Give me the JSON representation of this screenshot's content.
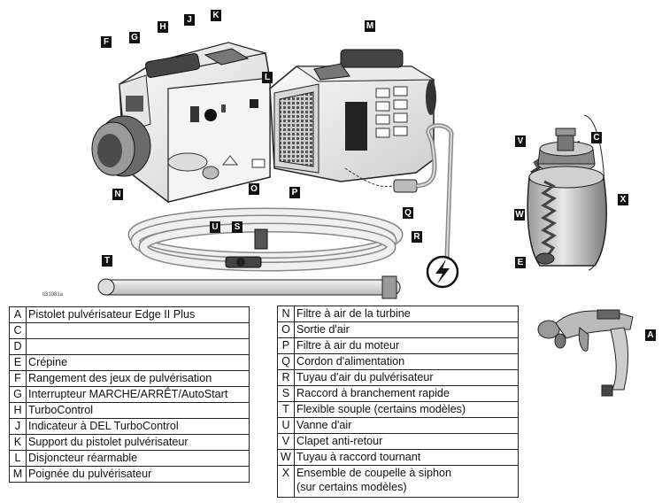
{
  "callouts": {
    "F": "F",
    "G": "G",
    "H": "H",
    "J": "J",
    "K": "K",
    "L": "L",
    "M": "M",
    "N": "N",
    "O": "O",
    "P": "P",
    "Q": "Q",
    "R": "R",
    "S": "S",
    "T": "T",
    "U": "U",
    "V": "V",
    "C": "C",
    "W": "W",
    "E": "E",
    "X": "X",
    "A": "A"
  },
  "figure_id": "ti31081a",
  "parts_left": [
    {
      "key": "A",
      "desc": "Pistolet pulvérisateur Edge II Plus"
    },
    {
      "key": "C",
      "desc": ""
    },
    {
      "key": "D",
      "desc": ""
    },
    {
      "key": "E",
      "desc": "Crépine"
    },
    {
      "key": "F",
      "desc": "Rangement des jeux de pulvérisation"
    },
    {
      "key": "G",
      "desc": "Interrupteur MARCHE/ARRÊT/AutoStart"
    },
    {
      "key": "H",
      "desc": "TurboControl"
    },
    {
      "key": "J",
      "desc": "Indicateur à DEL TurboControl"
    },
    {
      "key": "K",
      "desc": "Support du pistolet pulvérisateur"
    },
    {
      "key": "L",
      "desc": "Disjoncteur réarmable"
    },
    {
      "key": "M",
      "desc": "Poignée du pulvérisateur"
    }
  ],
  "parts_right": [
    {
      "key": "N",
      "desc": "Filtre à air de la turbine"
    },
    {
      "key": "O",
      "desc": "Sortie d'air"
    },
    {
      "key": "P",
      "desc": "Filtre à air du moteur"
    },
    {
      "key": "Q",
      "desc": "Cordon d'alimentation"
    },
    {
      "key": "R",
      "desc": "Tuyau d'air du pulvérisateur"
    },
    {
      "key": "S",
      "desc": "Raccord à branchement rapide"
    },
    {
      "key": "T",
      "desc": "Flexible souple (certains modèles)"
    },
    {
      "key": "U",
      "desc": "Vanne d'air"
    },
    {
      "key": "V",
      "desc": "Clapet anti-retour"
    },
    {
      "key": "W",
      "desc": "Tuyau à raccord tournant"
    },
    {
      "key": "X",
      "desc": "Ensemble de coupelle à siphon",
      "desc2": "(sur certains modèles)"
    }
  ]
}
